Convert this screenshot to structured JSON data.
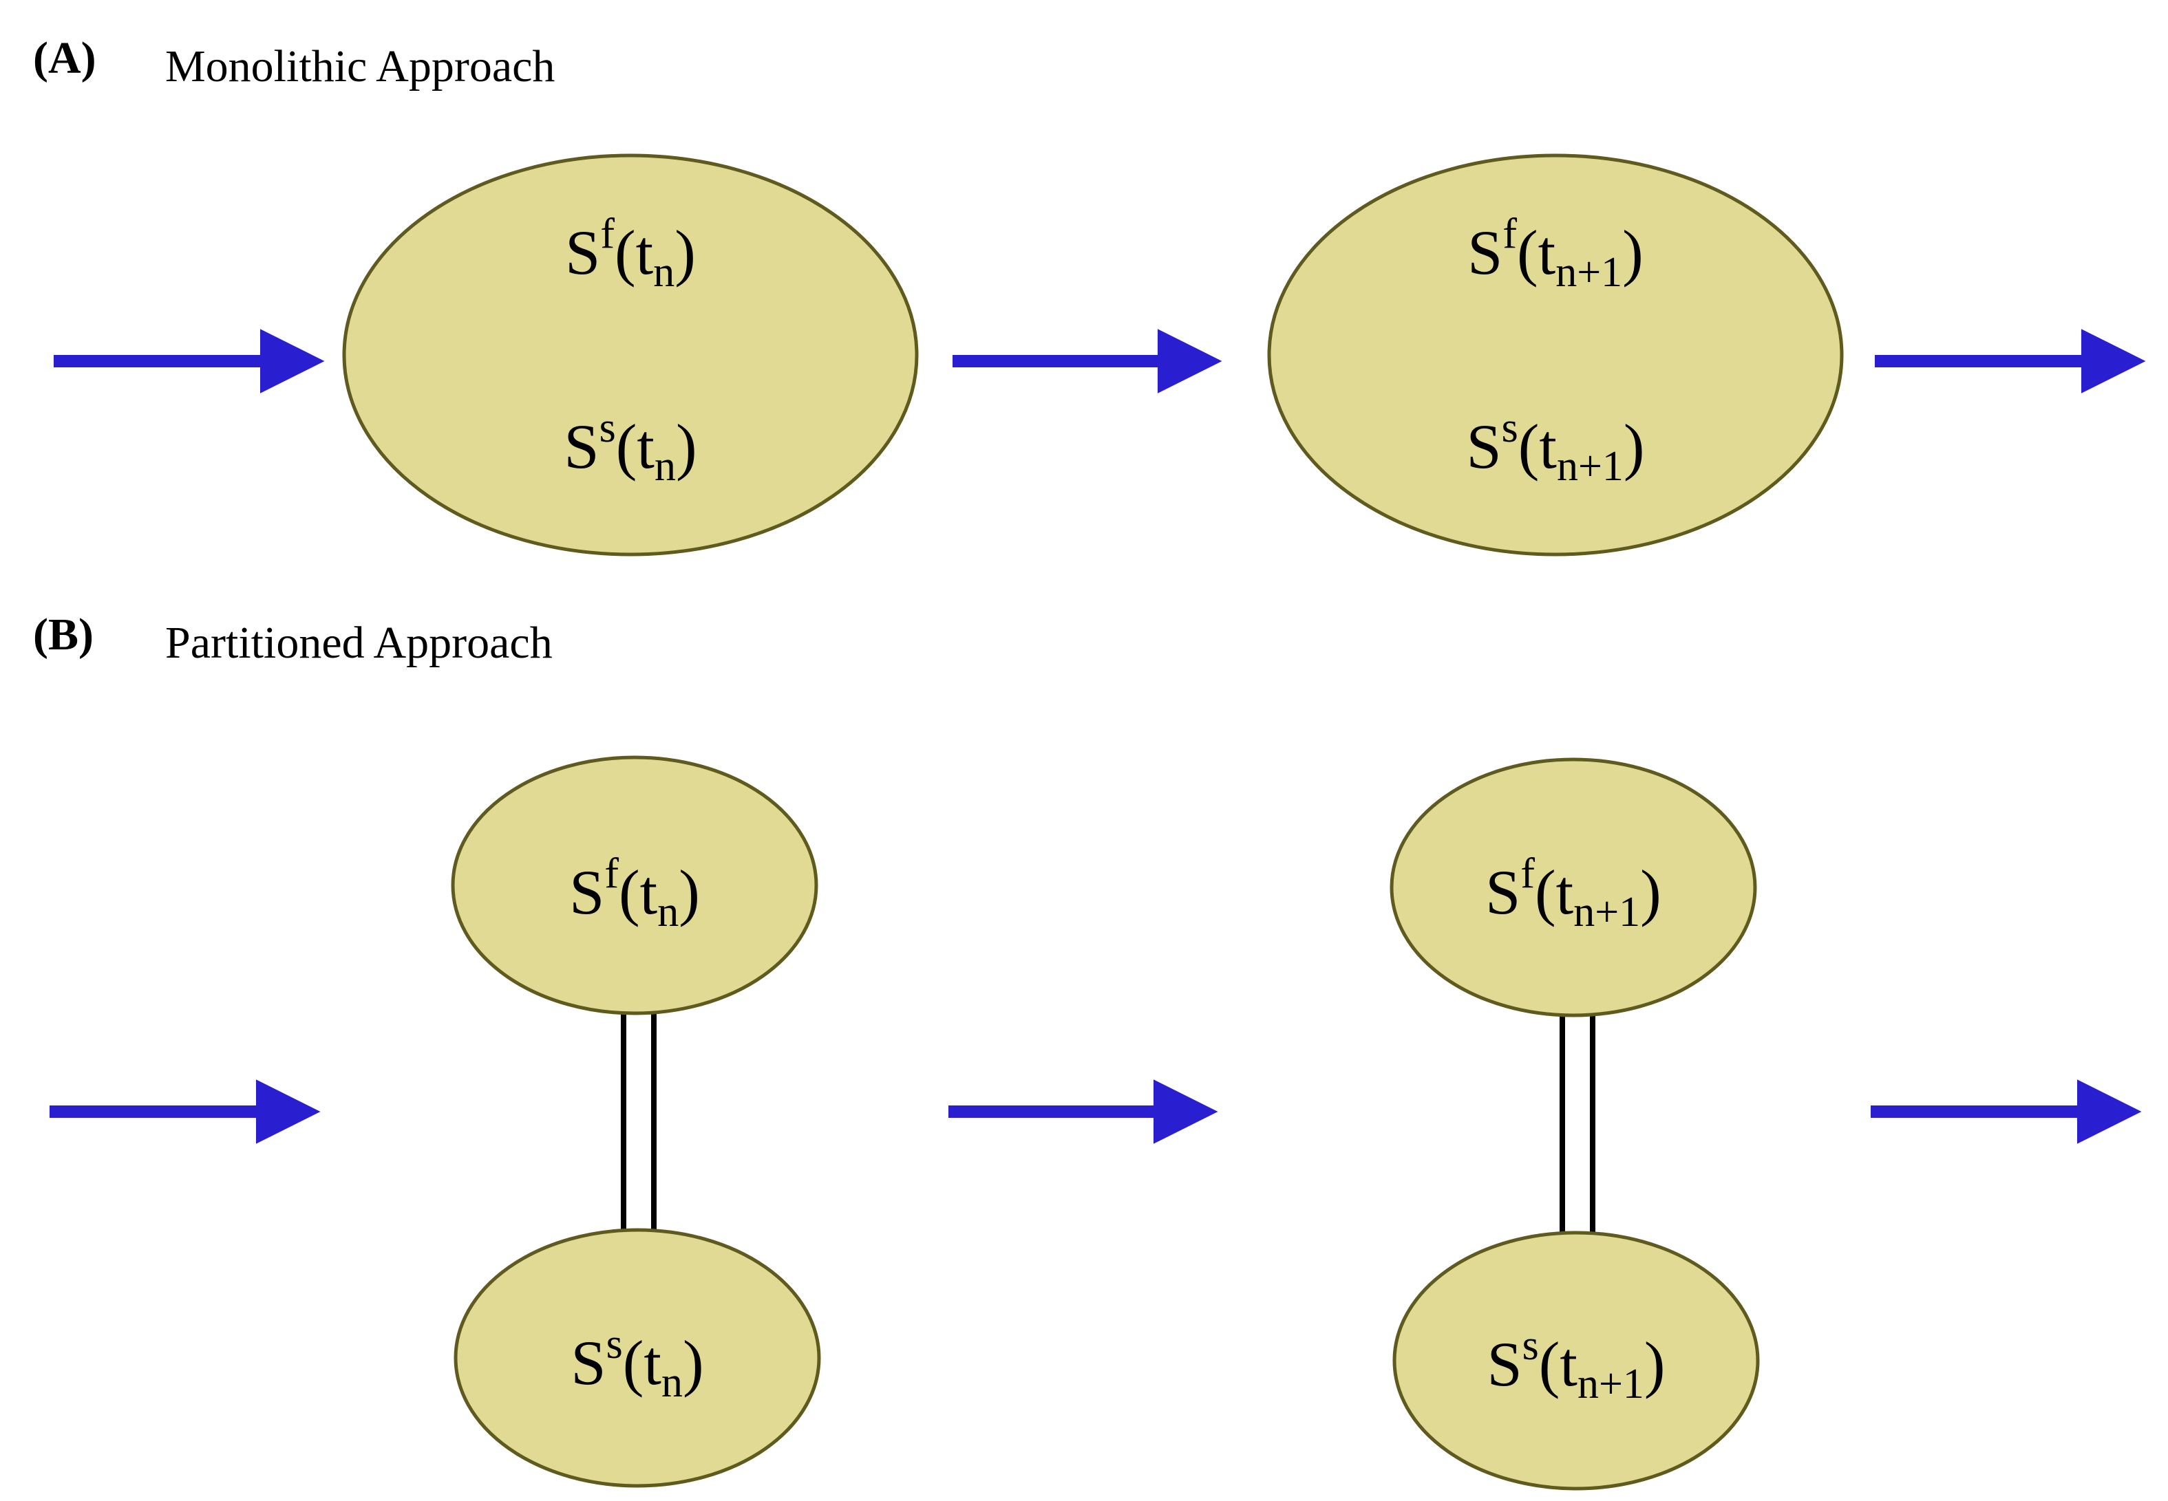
{
  "colors": {
    "node_fill": "#e0da94",
    "node_stroke": "#5f5a1e",
    "arrow": "#2a1fd0",
    "coupling_line": "#000000"
  },
  "panel_a": {
    "letter": "(A)",
    "title": "Monolithic Approach",
    "states": [
      {
        "fluid": {
          "base": "S",
          "sup": "f",
          "open": "(t",
          "sub": "n",
          "close": ")"
        },
        "solid": {
          "base": "S",
          "sup": "s",
          "open": "(t",
          "sub": "n",
          "close": ")"
        }
      },
      {
        "fluid": {
          "base": "S",
          "sup": "f",
          "open": "(t",
          "sub": "n+1",
          "close": ")"
        },
        "solid": {
          "base": "S",
          "sup": "s",
          "open": "(t",
          "sub": "n+1",
          "close": ")"
        }
      }
    ]
  },
  "panel_b": {
    "letter": "(B)",
    "title": "Partitioned Approach",
    "states": [
      {
        "fluid": {
          "base": "S",
          "sup": "f",
          "open": "(t",
          "sub": "n",
          "close": ")"
        },
        "solid": {
          "base": "S",
          "sup": "s",
          "open": "(t",
          "sub": "n",
          "close": ")"
        }
      },
      {
        "fluid": {
          "base": "S",
          "sup": "f",
          "open": "(t",
          "sub": "n+1",
          "close": ")"
        },
        "solid": {
          "base": "S",
          "sup": "s",
          "open": "(t",
          "sub": "n+1",
          "close": ")"
        }
      }
    ]
  }
}
